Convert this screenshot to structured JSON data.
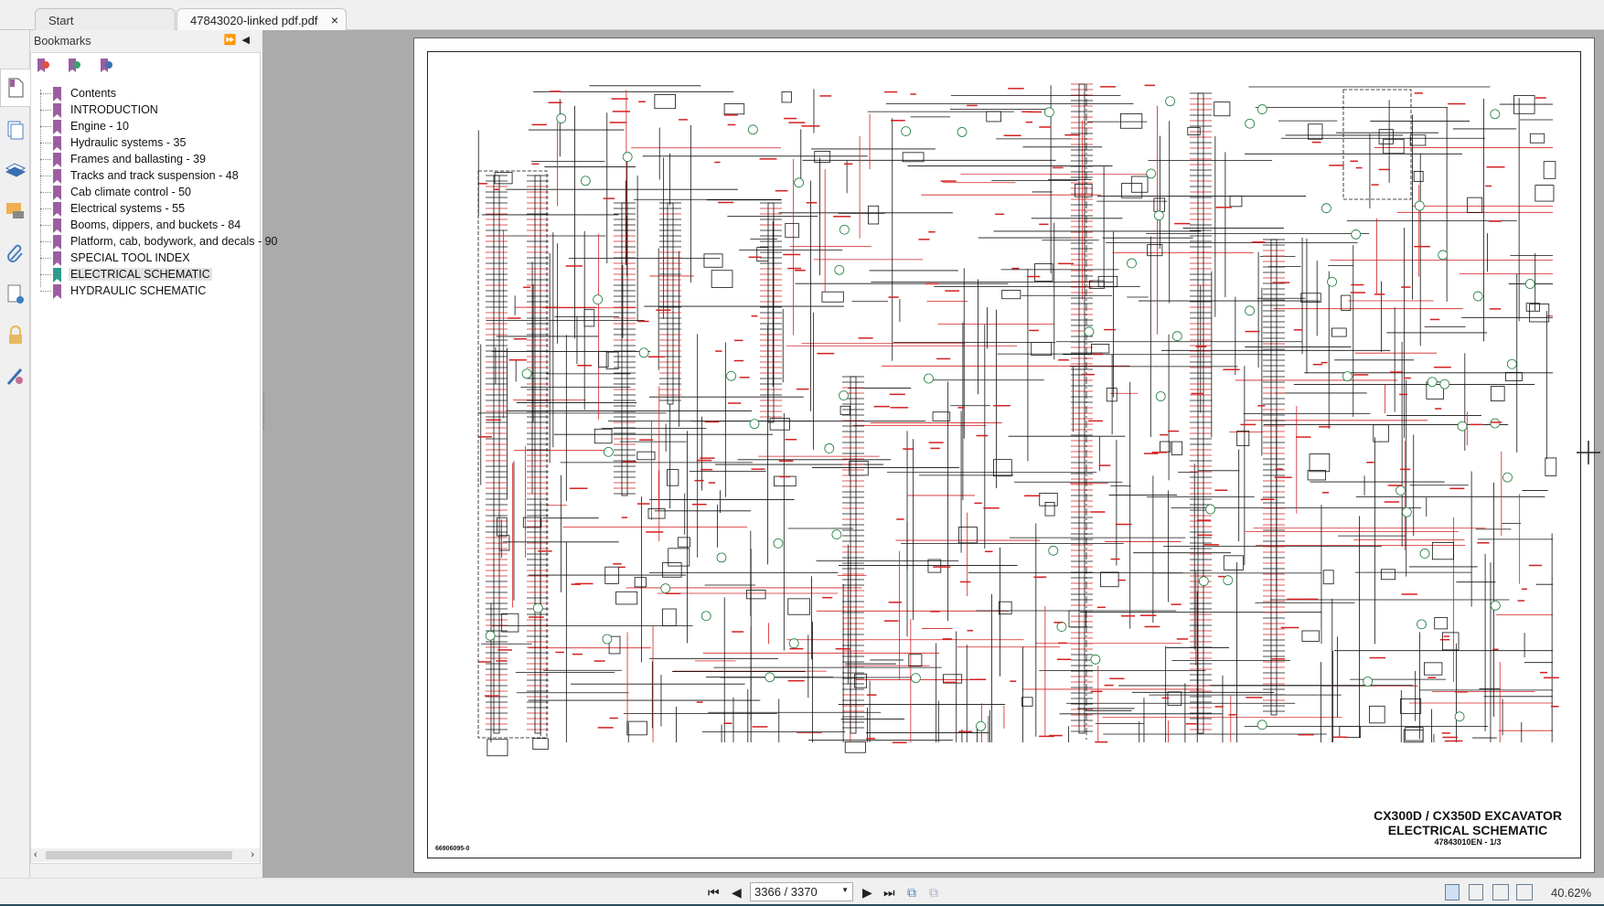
{
  "tabs": [
    {
      "label": "Start"
    },
    {
      "label": "47843020-linked pdf.pdf",
      "close": "×"
    }
  ],
  "panel": {
    "title": "Bookmarks",
    "controls": "⏩◀"
  },
  "bookmarks": [
    {
      "label": "Contents"
    },
    {
      "label": "INTRODUCTION"
    },
    {
      "label": "Engine - 10"
    },
    {
      "label": "Hydraulic systems - 35"
    },
    {
      "label": "Frames and ballasting - 39"
    },
    {
      "label": "Tracks and track suspension - 48"
    },
    {
      "label": "Cab climate control - 50"
    },
    {
      "label": "Electrical systems - 55"
    },
    {
      "label": "Booms, dippers, and buckets - 84"
    },
    {
      "label": "Platform, cab, bodywork, and decals - 90"
    },
    {
      "label": "SPECIAL TOOL INDEX"
    },
    {
      "label": "ELECTRICAL SCHEMATIC",
      "selected": true
    },
    {
      "label": "HYDRAULIC SCHEMATIC"
    }
  ],
  "document": {
    "title_line1": "CX300D / CX350D EXCAVATOR",
    "title_line2": "ELECTRICAL SCHEMATIC",
    "doc_number": "47843010EN - 1/3",
    "drawing_number": "66906095-0"
  },
  "statusbar": {
    "page": "3366 / 3370",
    "zoom": "40.62%"
  },
  "colors": {
    "wire_black": "#111111",
    "wire_red": "#d42020",
    "bookmark": "#9b5fa0",
    "bookmark_selected": "#2f9a8e"
  }
}
